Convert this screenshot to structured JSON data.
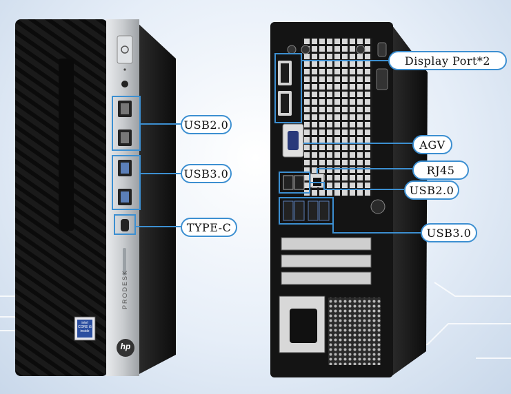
{
  "brand": {
    "logo_text": "hp",
    "model_text": "PRODESK",
    "sticker_text": "intel CORE i5 inside"
  },
  "callouts": {
    "front_usb20": "USB2.0",
    "front_usb30": "USB3.0",
    "front_typec": "TYPE-C",
    "rear_displayport": "Display Port*2",
    "rear_vga": "AGV",
    "rear_rj45": "RJ45",
    "rear_usb20": "USB2.0",
    "rear_usb30": "USB3.0"
  },
  "colors": {
    "callout_blue": "#3c8fd1",
    "case_black": "#161616",
    "panel_silver": "#c9cccf"
  }
}
